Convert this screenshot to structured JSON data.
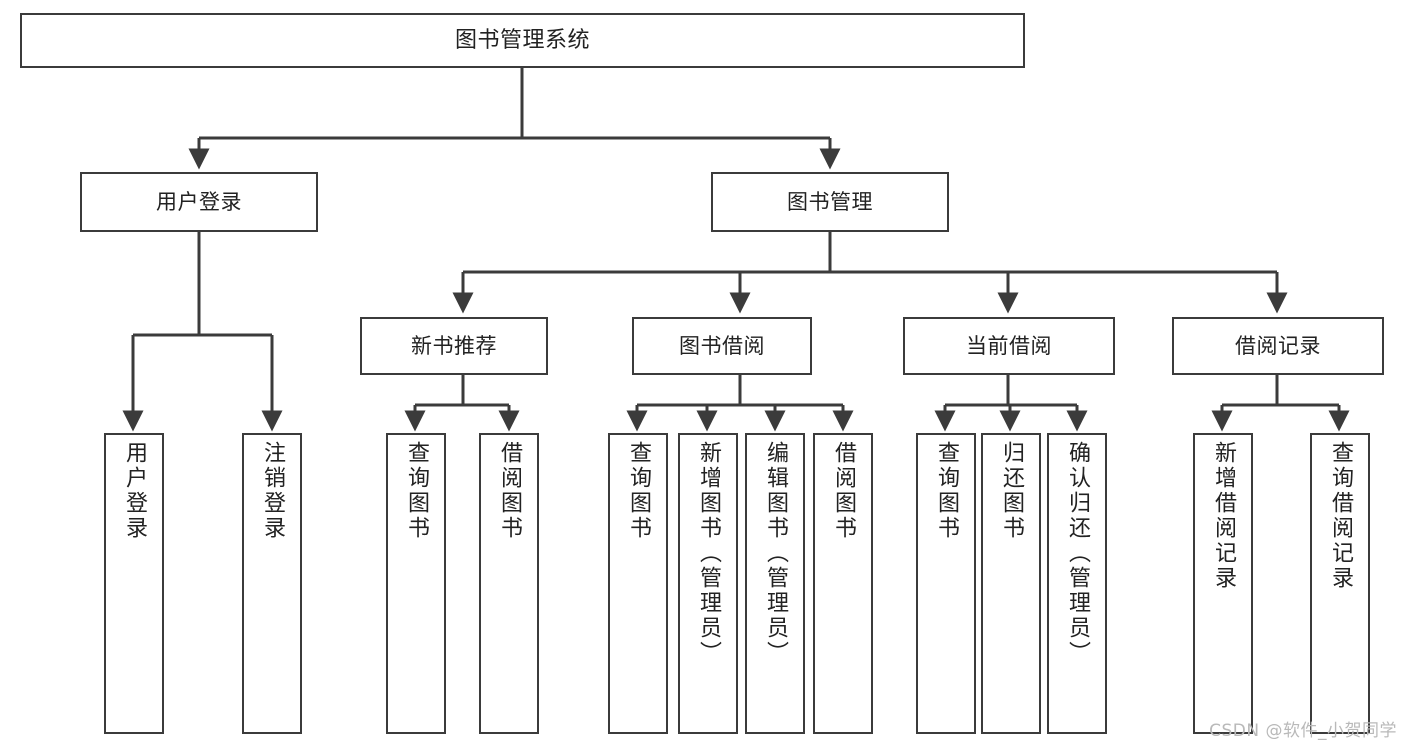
{
  "diagram": {
    "title": "图书管理系统",
    "type": "tree-hierarchy",
    "watermark": "CSDN @软件_小贺同学",
    "colors": {
      "box_border": "#3b3b3b",
      "box_fill": "#ffffff",
      "connector": "#3b3b3b",
      "text": "#222222",
      "watermark": "#b9b9b9",
      "background": "#ffffff"
    },
    "root": {
      "id": "root",
      "label": "图书管理系统"
    },
    "level1": [
      {
        "id": "l1-0",
        "label": "用户登录"
      },
      {
        "id": "l1-1",
        "label": "图书管理"
      }
    ],
    "level2": [
      {
        "id": "l2-0",
        "label": "新书推荐",
        "parent": "l1-1"
      },
      {
        "id": "l2-1",
        "label": "图书借阅",
        "parent": "l1-1"
      },
      {
        "id": "l2-2",
        "label": "当前借阅",
        "parent": "l1-1"
      },
      {
        "id": "l2-3",
        "label": "借阅记录",
        "parent": "l1-1"
      }
    ],
    "leaves": [
      {
        "id": "lf-0",
        "label": "用户登录",
        "parent": "l1-0"
      },
      {
        "id": "lf-1",
        "label": "注销登录",
        "parent": "l1-0"
      },
      {
        "id": "lf-2",
        "label": "查询图书",
        "parent": "l2-0"
      },
      {
        "id": "lf-3",
        "label": "借阅图书",
        "parent": "l2-0"
      },
      {
        "id": "lf-4",
        "label": "查询图书",
        "parent": "l2-1"
      },
      {
        "id": "lf-5",
        "label": "新增图书（管理员）",
        "parent": "l2-1"
      },
      {
        "id": "lf-6",
        "label": "编辑图书（管理员）",
        "parent": "l2-1"
      },
      {
        "id": "lf-7",
        "label": "借阅图书",
        "parent": "l2-1"
      },
      {
        "id": "lf-8",
        "label": "查询图书",
        "parent": "l2-2"
      },
      {
        "id": "lf-9",
        "label": "归还图书",
        "parent": "l2-2"
      },
      {
        "id": "lf-10",
        "label": "确认归还（管理员）",
        "parent": "l2-2"
      },
      {
        "id": "lf-11",
        "label": "新增借阅记录",
        "parent": "l2-3"
      },
      {
        "id": "lf-12",
        "label": "查询借阅记录",
        "parent": "l2-3"
      }
    ]
  }
}
